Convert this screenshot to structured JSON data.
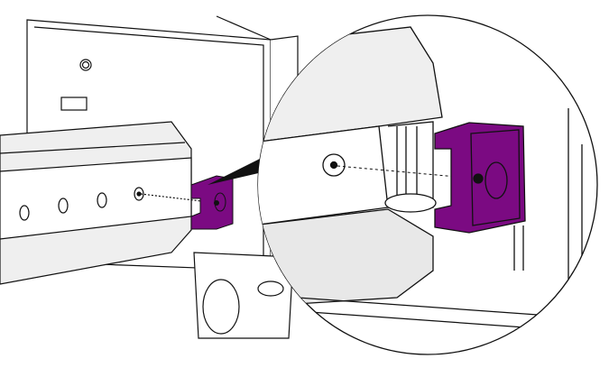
{
  "colors": {
    "accent_part": "#7b0a82",
    "accent_part_shade": "#5e0664",
    "line": "#111111",
    "panel_fill": "#ffffff",
    "rail_fill": "#efefef",
    "rail_shade": "#e2e2e2"
  },
  "parts": [
    "chassis-frame",
    "slide-rail",
    "purple-bracket",
    "magnified-detail-circle",
    "alignment-dotted-line"
  ]
}
